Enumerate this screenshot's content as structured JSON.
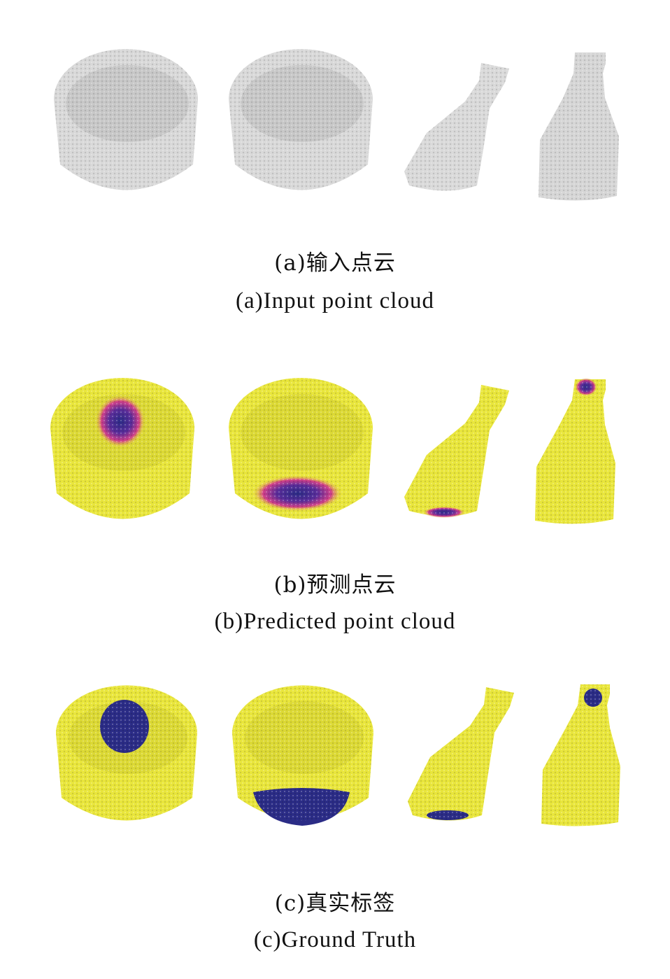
{
  "colors": {
    "input": "#d9d9d9",
    "surface": "#e9e63c",
    "label": "#2b2c86",
    "heat_mid": "#c0357a"
  },
  "panels": [
    {
      "id": "a",
      "caption_zh": "(a)输入点云",
      "caption_en": "(a)Input point cloud",
      "style": "input"
    },
    {
      "id": "b",
      "caption_zh": "(b)预测点云",
      "caption_en": "(b)Predicted point cloud",
      "style": "predicted"
    },
    {
      "id": "c",
      "caption_zh": "(c)真实标签",
      "caption_en": "(c)Ground Truth",
      "style": "ground-truth"
    }
  ]
}
